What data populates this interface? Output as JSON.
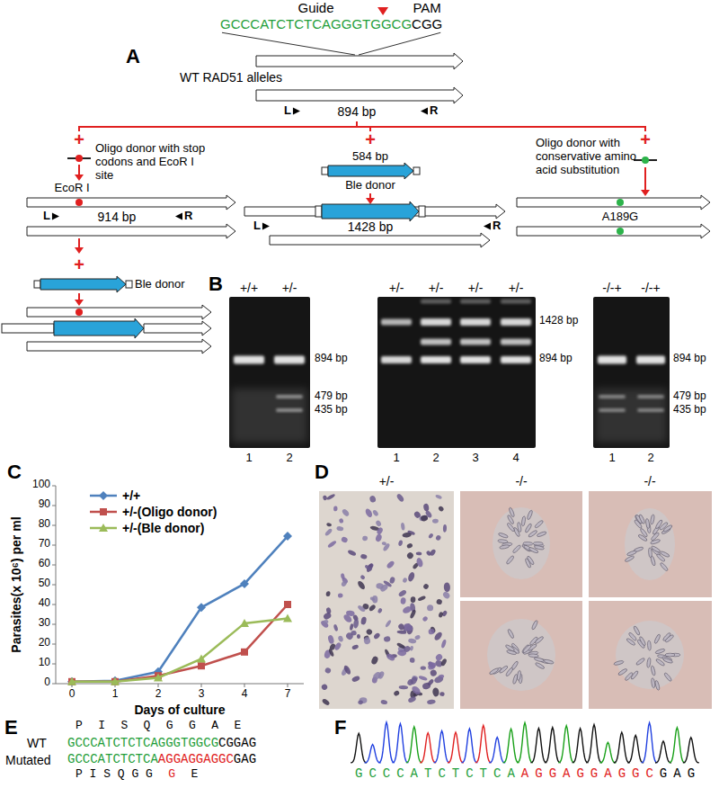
{
  "diagram": {
    "labels": [
      "Guide",
      "PAM",
      "GCCCATCTCTCAGGGTGGCG",
      "CGG",
      "A",
      "WT RAD51 alleles",
      "L",
      "894 bp",
      "R",
      "+",
      "Oligo donor with stop codons and EcoR I site",
      "EcoR I",
      "L",
      "914 bp",
      "R",
      "+",
      "584 bp",
      "Ble donor",
      "L",
      "1428 bp",
      "R",
      "+",
      "Oligo donor with conservative amino acid substitution",
      "A189G",
      "+",
      "Ble donor",
      "B",
      "+/+",
      "+/-",
      "894 bp",
      "479 bp",
      "435 bp",
      "1",
      "2",
      "+/-",
      "+/-",
      "+/-",
      "+/-",
      "1428 bp",
      "894 bp",
      "1",
      "2",
      "3",
      "4",
      "-/-+",
      "-/-+",
      "894 bp",
      "479 bp",
      "435 bp",
      "1",
      "2",
      "C",
      "100",
      "90",
      "80",
      "70",
      "60",
      "50",
      "40",
      "30",
      "20",
      "10",
      "0",
      "Parasites(x 10⁶) per ml",
      "0",
      "1",
      "2",
      "3",
      "4",
      "7",
      "Days of culture",
      "D",
      "+/-",
      "-/-",
      "-/-",
      "E",
      "P I S Q G G A E",
      "WT",
      "GCCCATCTCTCAGGGTGGCG",
      "CGGAG",
      "GCCCATCTCTCA",
      "AGGAGGAGGC",
      "GAG",
      "Mutated",
      "P I S Q G G",
      "G",
      "E",
      "F",
      "GCCCATCTCTCA",
      "AGGAGGAGGC",
      "GAG"
    ],
    "legend": [
      {
        "text": "+/+",
        "color": "#4F81BD"
      },
      {
        "text": "+/-(Oligo donor)",
        "color": "#C0504D"
      },
      {
        "text": "+/-(Ble donor)",
        "color": "#9BBB59"
      }
    ]
  }
}
